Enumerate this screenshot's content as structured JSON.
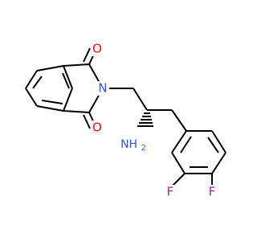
{
  "atoms": {
    "oxygen_top": {
      "label": "O",
      "color": "#ff0d0d"
    },
    "oxygen_bottom": {
      "label": "O",
      "color": "#ff0d0d"
    },
    "nitrogen_imide": {
      "label": "N",
      "color": "#3050f8"
    },
    "amine": {
      "label": "NH",
      "subscript": "2",
      "color": "#3050f8"
    },
    "fluorine_left": {
      "label": "F",
      "color": "#b51da8"
    },
    "fluorine_right": {
      "label": "F",
      "color": "#b51da8"
    }
  },
  "colors": {
    "bond": "#000000",
    "background": "#ffffff"
  }
}
